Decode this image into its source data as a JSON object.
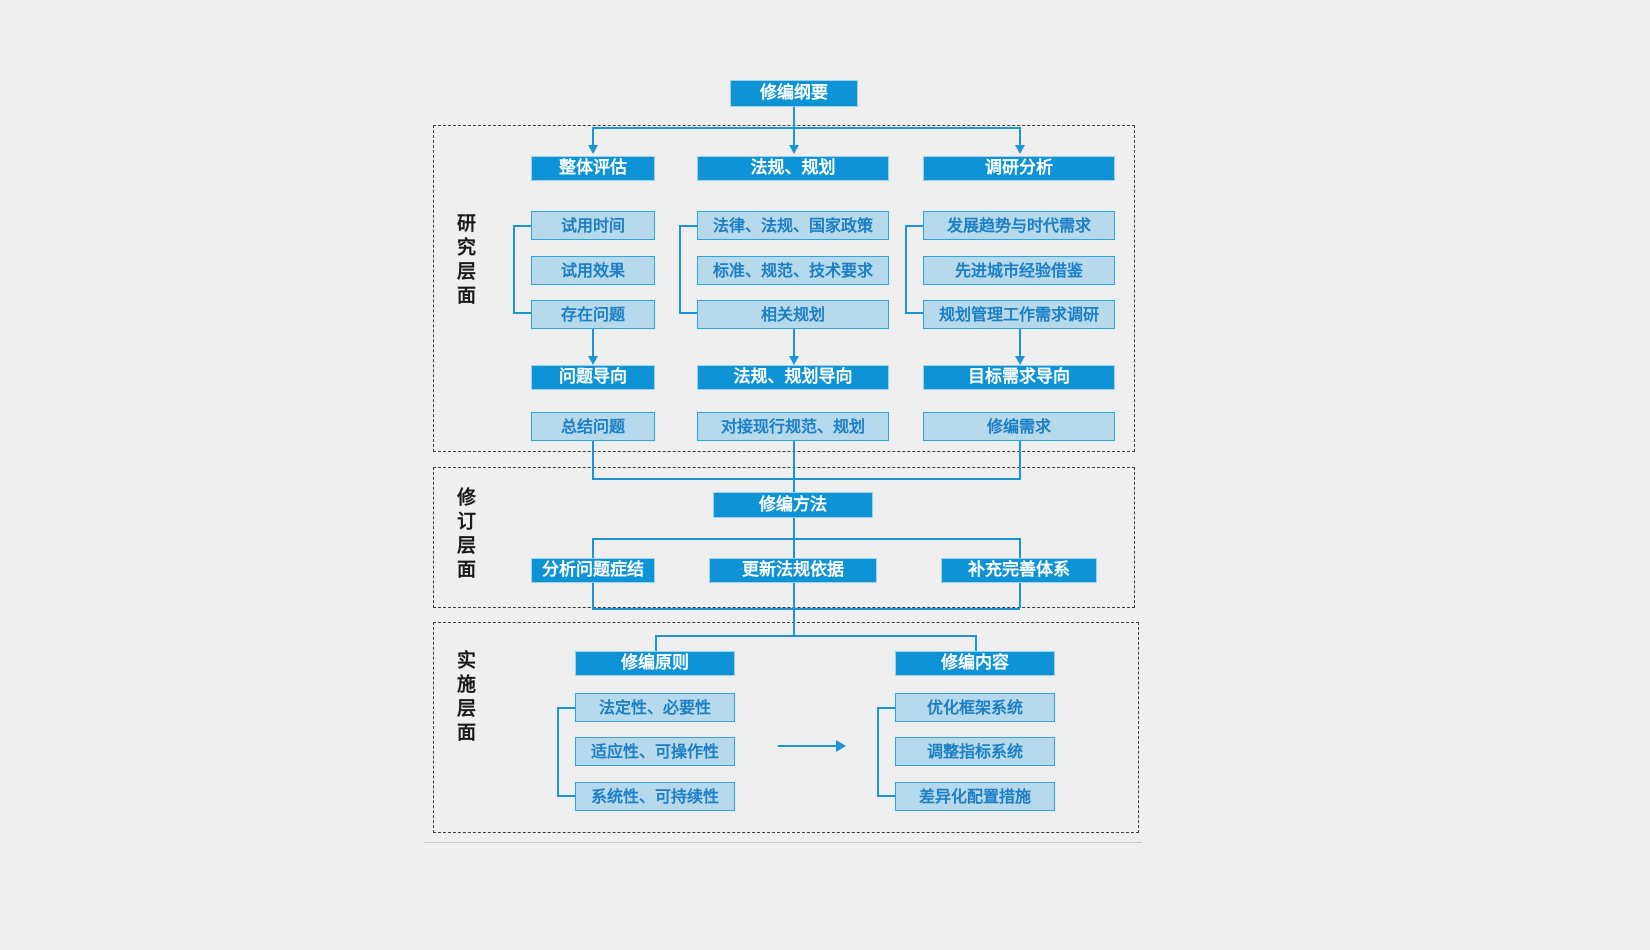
{
  "diagram": {
    "title": "修编纲要",
    "root": {
      "label": "修编纲要"
    },
    "layers": [
      {
        "id": "research",
        "label": "研究层面"
      },
      {
        "id": "revision",
        "label": "修订层面"
      },
      {
        "id": "implementation",
        "label": "实施层面"
      }
    ],
    "research_layer": {
      "columns": [
        {
          "head": "整体评估",
          "items": [
            "试用时间",
            "试用效果",
            "存在问题"
          ],
          "orientation": "问题导向",
          "outcome": "总结问题"
        },
        {
          "head": "法规、规划",
          "items": [
            "法律、法规、国家政策",
            "标准、规范、技术要求",
            "相关规划"
          ],
          "orientation": "法规、规划导向",
          "outcome": "对接现行规范、规划"
        },
        {
          "head": "调研分析",
          "items": [
            "发展趋势与时代需求",
            "先进城市经验借鉴",
            "规划管理工作需求调研"
          ],
          "orientation": "目标需求导向",
          "outcome": "修编需求"
        }
      ]
    },
    "revision_layer": {
      "head": "修编方法",
      "items": [
        "分析问题症结",
        "更新法规依据",
        "补充完善体系"
      ]
    },
    "implementation_layer": {
      "groups": [
        {
          "head": "修编原则",
          "items": [
            "法定性、必要性",
            "适应性、可操作性",
            "系统性、可持续性"
          ]
        },
        {
          "head": "修编内容",
          "items": [
            "优化框架系统",
            "调整指标系统",
            "差异化配置措施"
          ]
        }
      ],
      "link_icon": "arrow-right-icon"
    }
  },
  "colors": {
    "accent_dark": "#0d93d6",
    "accent_light": "#b6d9ec",
    "accent_border": "#2da4de",
    "connector": "#1d95d4",
    "text_on_dark": "#ffffff",
    "text_on_light": "#1c7fc4",
    "background": "#efefef",
    "layer_border": "#3c3c3c"
  }
}
